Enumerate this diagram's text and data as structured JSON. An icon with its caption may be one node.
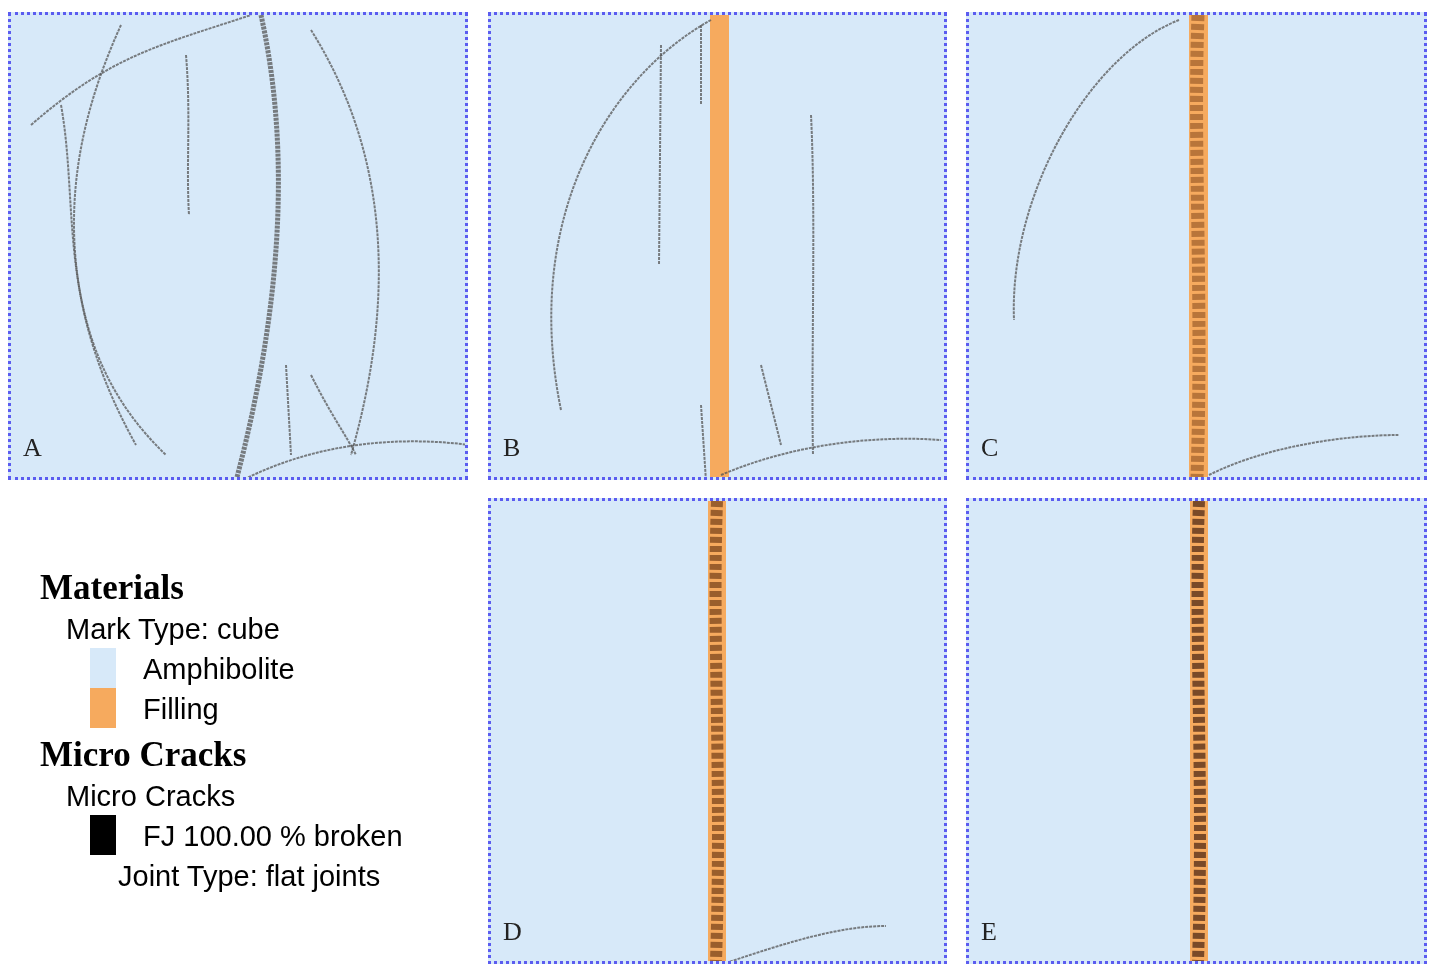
{
  "diagram": {
    "nodes": [
      {
        "text": [
          "A"
        ]
      },
      {
        "text": [
          "B"
        ]
      },
      {
        "text": [
          "C"
        ]
      },
      {
        "text": [
          "D"
        ]
      },
      {
        "text": [
          "E"
        ]
      }
    ],
    "edges": [],
    "labels": [
      "Materials",
      "Mark Type: cube",
      "Micro Cracks",
      "Micro Cracks",
      "Joint Type: flat joints"
    ],
    "legend": [
      {
        "text": "Amphibolite",
        "color": "#d7e9f9"
      },
      {
        "text": "Filling",
        "color": "#f6aa5e"
      },
      {
        "text": "FJ 100.00 % broken",
        "color": "#000000"
      }
    ]
  }
}
